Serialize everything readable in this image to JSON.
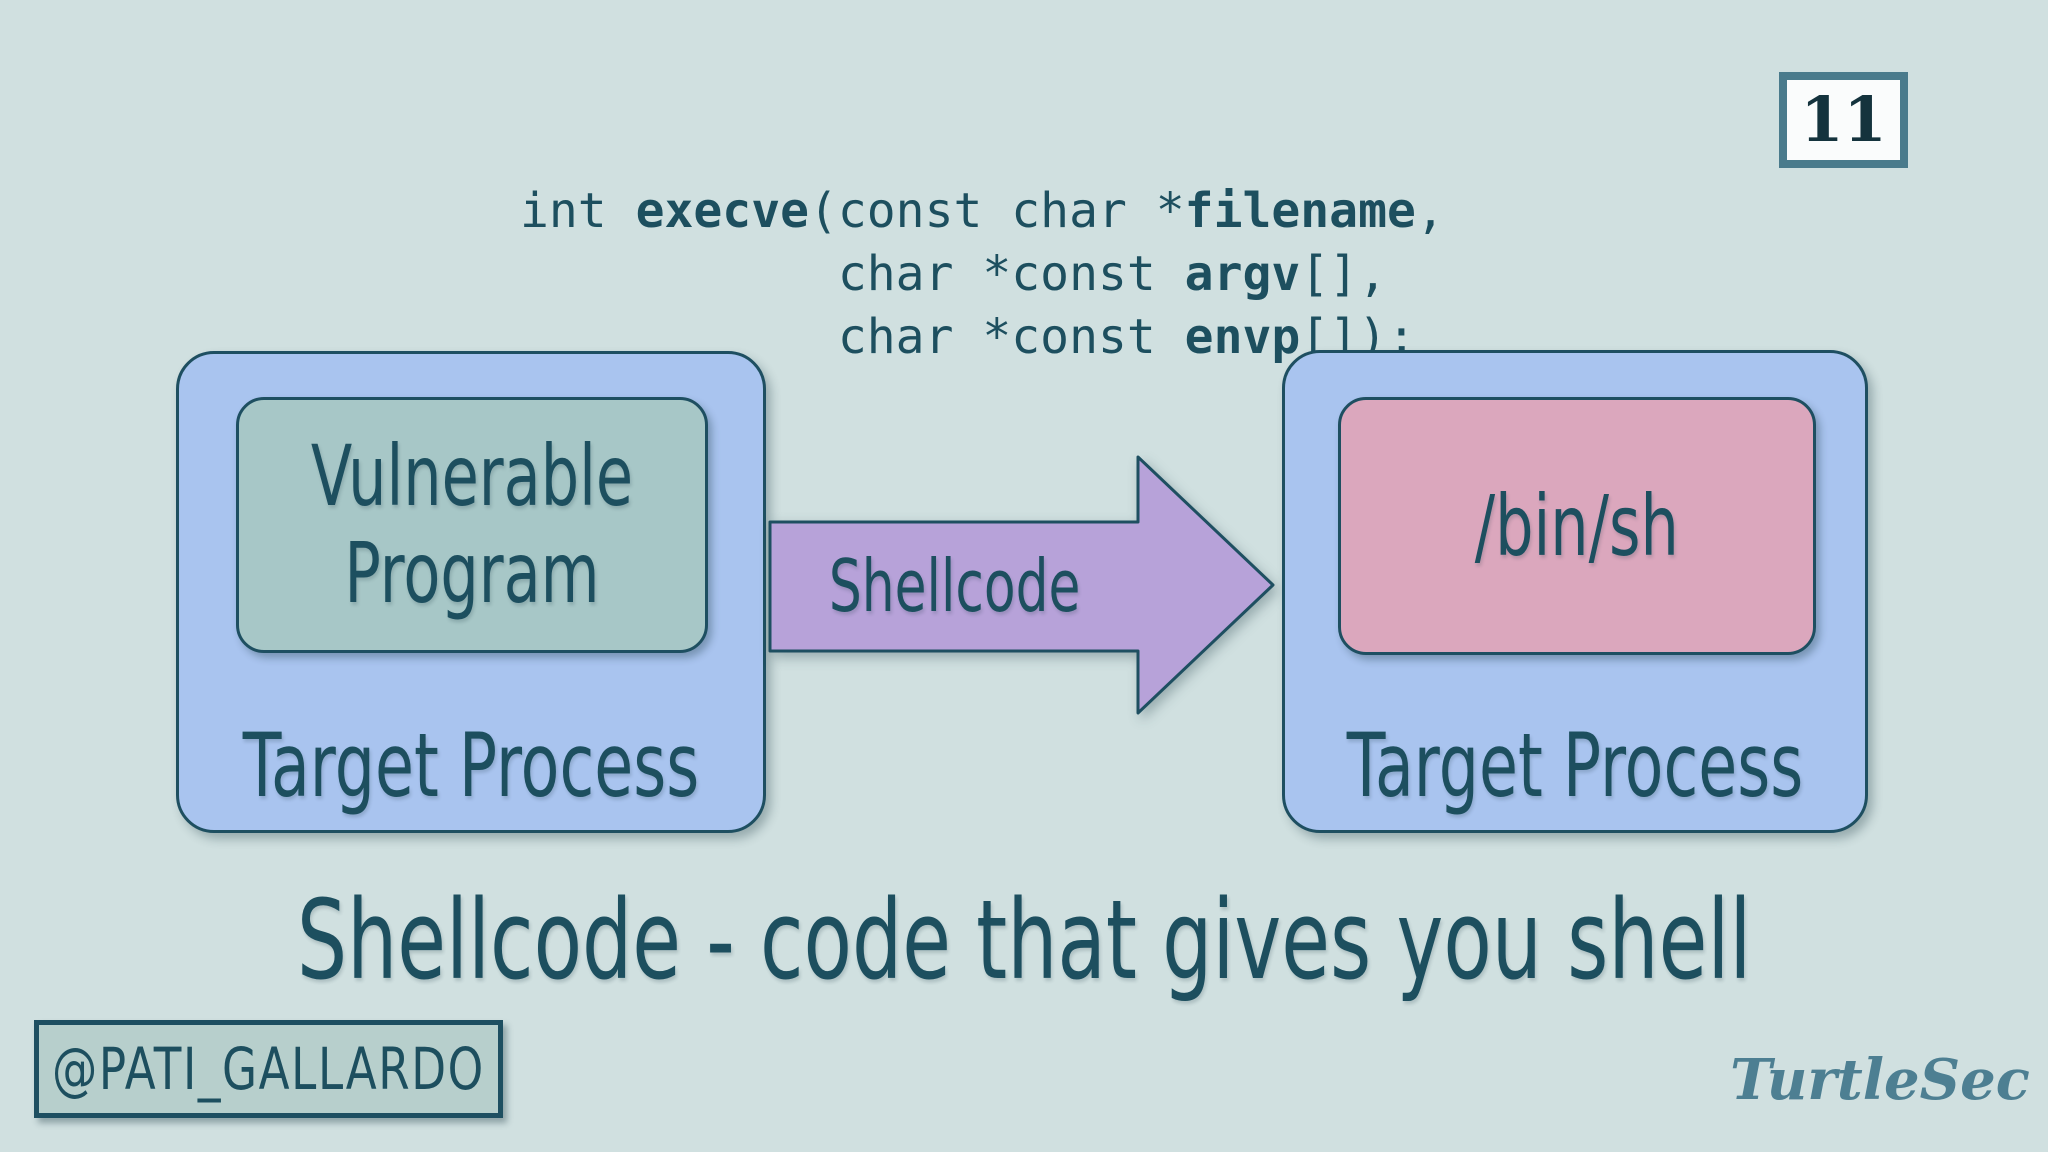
{
  "colors": {
    "background": "#d0e0e0",
    "ink": "#1d4f5f",
    "box_border": "#1e4f61",
    "process_fill": "#a9c4ef",
    "program_fill": "#a7c7c7",
    "shell_fill": "#dba7bd",
    "arrow_fill": "#b7a2d9",
    "badge_border": "#4a7b8c",
    "badge_fill": "#fafcfc",
    "handle_fill": "#b7cfcc",
    "logo_color": "#4d7f92"
  },
  "page_number": "11",
  "code": {
    "lines": [
      {
        "segments": [
          {
            "text": "int ",
            "bold": false
          },
          {
            "text": "execve",
            "bold": true
          },
          {
            "text": "(const char *",
            "bold": false
          },
          {
            "text": "filename",
            "bold": true
          },
          {
            "text": ",",
            "bold": false
          }
        ]
      },
      {
        "segments": [
          {
            "text": "           char *const ",
            "bold": false
          },
          {
            "text": "argv",
            "bold": true
          },
          {
            "text": "[],",
            "bold": false
          }
        ]
      },
      {
        "segments": [
          {
            "text": "           char *const ",
            "bold": false
          },
          {
            "text": "envp",
            "bold": true
          },
          {
            "text": "[]);",
            "bold": false
          }
        ]
      }
    ]
  },
  "diagram": {
    "left_process": {
      "inner_label": "Vulnerable Program",
      "label": "Target Process"
    },
    "arrow_label": "Shellcode",
    "right_process": {
      "inner_label": "/bin/sh",
      "label": "Target Process"
    }
  },
  "title": "Shellcode - code that gives you shell",
  "footer": {
    "handle": "@PATI_GALLARDO",
    "logo": "TurtleSec"
  }
}
